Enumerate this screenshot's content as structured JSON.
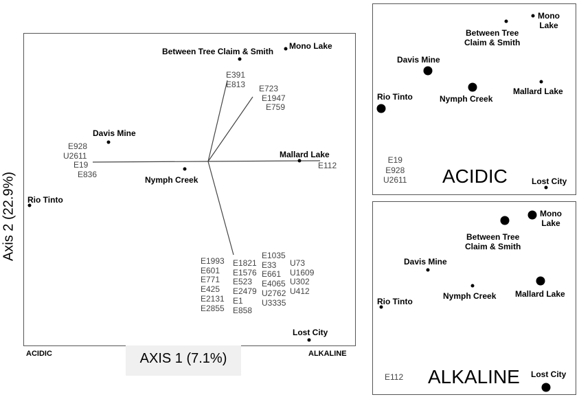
{
  "main": {
    "axis_y_label": "Axis 2 (22.9%)",
    "axis_x_label": "AXIS 1 (7.1%)",
    "left_end": "ACIDIC",
    "right_end": "ALKALINE",
    "sites": {
      "mono_lake": "Mono Lake",
      "between_tree": "Between Tree Claim & Smith",
      "davis_mine": "Davis Mine",
      "nymph_creek": "Nymph Creek",
      "mallard_lake": "Mallard Lake",
      "rio_tinto": "Rio Tinto",
      "lost_city": "Lost City"
    },
    "gene_groups": {
      "up": [
        "E391",
        "E813"
      ],
      "upright": [
        "E723",
        "E1947",
        "E759"
      ],
      "left": [
        "E928",
        "U2611",
        "E19",
        "E836"
      ],
      "right": [
        "E112"
      ],
      "down_col1": [
        "E1993",
        "E601",
        "E771",
        "E425",
        "E2131",
        "E2855"
      ],
      "down_col2": [
        "E1821",
        "E1576",
        "E523",
        "E2479",
        "E1",
        "E858"
      ],
      "down_col3": [
        "E1035",
        "E33",
        "E661",
        "E4065",
        "U2762",
        "U3335"
      ],
      "down_col4": [
        "U73",
        "U1609",
        "U302",
        "U412"
      ]
    }
  },
  "acidic_panel": {
    "title": "ACIDIC",
    "sites": {
      "mono_line1": "Mono",
      "mono_line2": "Lake",
      "between_line1": "Between Tree",
      "between_line2": "Claim & Smith",
      "davis_mine": "Davis Mine",
      "rio_tinto": "Rio Tinto",
      "nymph_creek": "Nymph Creek",
      "mallard_lake": "Mallard Lake",
      "lost_city": "Lost City"
    },
    "genes": [
      "E19",
      "E928",
      "U2611"
    ]
  },
  "alkaline_panel": {
    "title": "ALKALINE",
    "sites": {
      "mono_line1": "Mono",
      "mono_line2": "Lake",
      "between_line1": "Between Tree",
      "between_line2": "Claim & Smith",
      "davis_mine": "Davis Mine",
      "rio_tinto": "Rio Tinto",
      "nymph_creek": "Nymph Creek",
      "mallard_lake": "Mallard Lake",
      "lost_city": "Lost City"
    },
    "genes": [
      "E112"
    ]
  }
}
